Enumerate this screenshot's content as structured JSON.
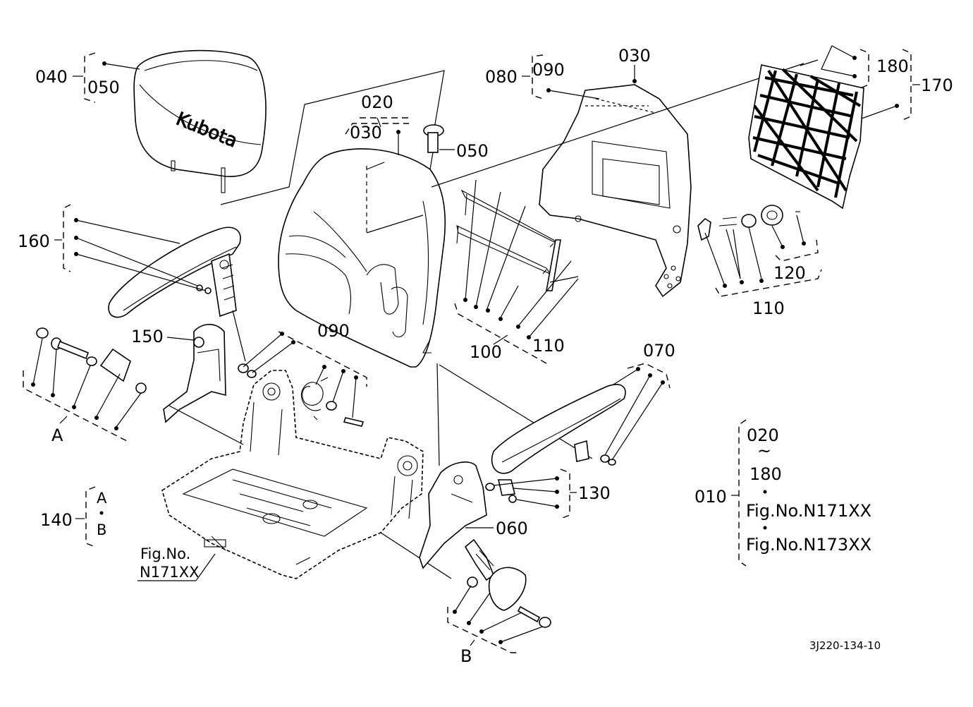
{
  "labels": {
    "p040": "040",
    "p050_head": "050",
    "p020": "020",
    "p030_back": "030",
    "p050_knob": "050",
    "p080": "080",
    "p090_top": "090",
    "p030_top": "030",
    "p180_top": "180",
    "p170": "170",
    "p160": "160",
    "p150": "150",
    "p090_mid": "090",
    "p100": "100",
    "p110_mid": "110",
    "p120": "120",
    "p110_right": "110",
    "p070": "070",
    "p130": "130",
    "p060": "060",
    "p140": "140",
    "p140_a": "A",
    "p140_b": "B",
    "group_a": "A",
    "group_b": "B",
    "p010": "010",
    "legend_020": "020",
    "legend_tilde": "~",
    "legend_180": "180",
    "legend_fig1": "Fig.No.N171XX",
    "legend_fig2": "Fig.No.N173XX",
    "fig_ref_1": "Fig.No.",
    "fig_ref_2": "N171XX",
    "brand": "Kubota",
    "drawing_code": "3J220-134-10"
  }
}
